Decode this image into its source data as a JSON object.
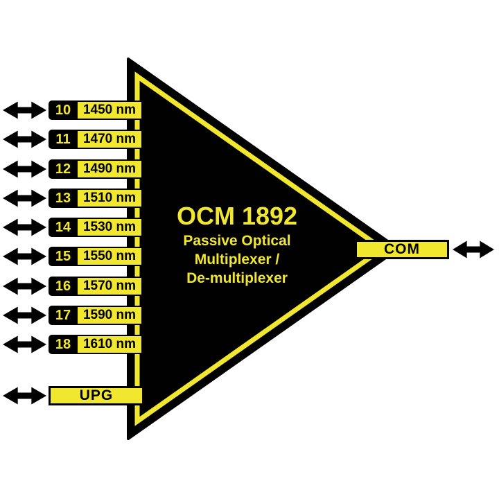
{
  "diagram": {
    "title": "OCM 1892",
    "subtitle_lines": [
      "Passive Optical",
      "Multiplexer /",
      "De-multiplexer"
    ],
    "channels": [
      {
        "port": "10",
        "wavelength": "1450 nm"
      },
      {
        "port": "11",
        "wavelength": "1470 nm"
      },
      {
        "port": "12",
        "wavelength": "1490 nm"
      },
      {
        "port": "13",
        "wavelength": "1510 nm"
      },
      {
        "port": "14",
        "wavelength": "1530 nm"
      },
      {
        "port": "15",
        "wavelength": "1550 nm"
      },
      {
        "port": "16",
        "wavelength": "1570 nm"
      },
      {
        "port": "17",
        "wavelength": "1590 nm"
      },
      {
        "port": "18",
        "wavelength": "1610 nm"
      }
    ],
    "upg_port": {
      "label": "UPG"
    },
    "com_port": {
      "label": "COM"
    },
    "colors": {
      "device_yellow": "#F1E72E",
      "device_black": "#010101",
      "background": "#FFFFFF"
    }
  }
}
